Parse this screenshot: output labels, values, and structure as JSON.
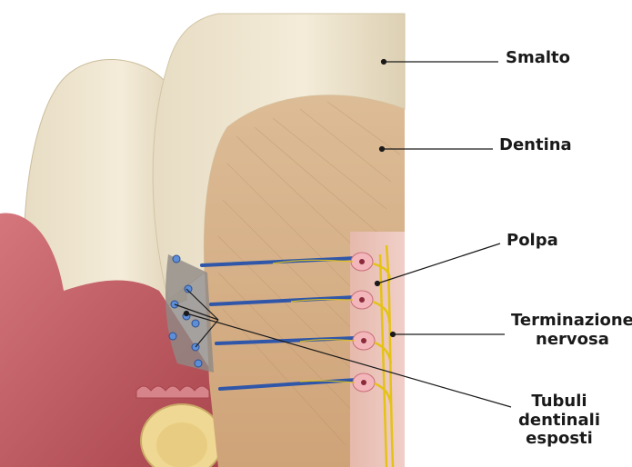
{
  "labels": {
    "smalto": "Smalto",
    "dentina": "Dentina",
    "polpa": "Polpa",
    "terminazione_line1": "Terminazione",
    "terminazione_line2": "nervosa",
    "tubuli_line1": "Tubuli",
    "tubuli_line2": "dentinali",
    "tubuli_line3": "esposti"
  },
  "colors": {
    "enamel": "#efe4d2",
    "dentin": "#d9b48c",
    "gum": "#c9646a",
    "tubule": "#3a5fb0",
    "nerve": "#e8c81a",
    "pulp_cell": "#f2bcc0",
    "bone": "#f0dc9a"
  }
}
